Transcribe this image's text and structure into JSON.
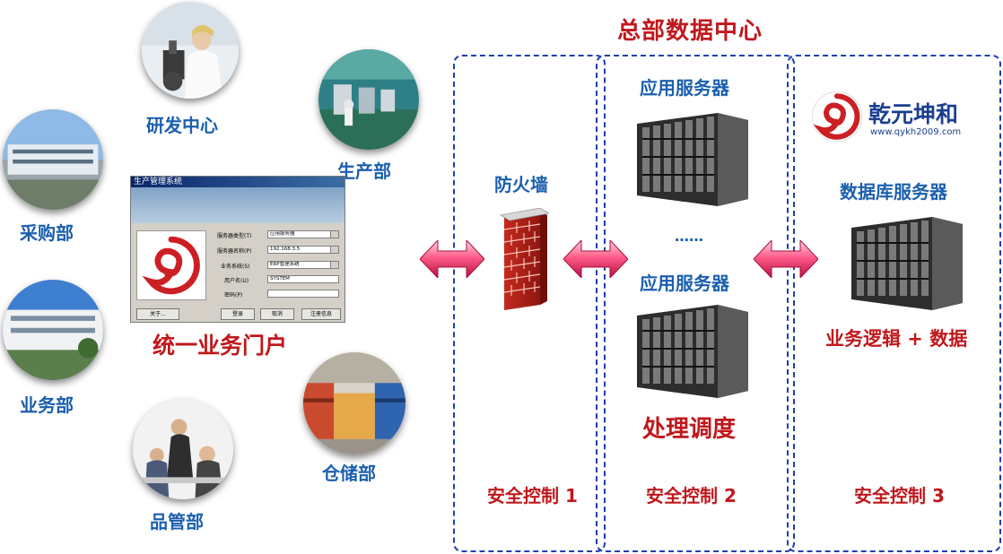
{
  "title": "总部数据中心",
  "departments": {
    "rd": "研发中心",
    "production": "生产部",
    "purchasing": "采购部",
    "business": "业务部",
    "quality": "品管部",
    "warehouse": "仓储部"
  },
  "portal": {
    "caption": "统一业务门户",
    "window_title": "生产管理系统",
    "fields": [
      {
        "label": "服务器类型(T)",
        "value": "应用服务器"
      },
      {
        "label": "服务器名称(P)",
        "value": "192.168.3.5"
      },
      {
        "label": "业务系统(S)",
        "value": "ERP管理系统"
      },
      {
        "label": "用户名(U)",
        "value": "SYSTEM"
      },
      {
        "label": "密码(P)",
        "value": ""
      }
    ],
    "buttons": {
      "about": "关于...",
      "login": "登录",
      "cancel": "取消",
      "register": "注册信息"
    }
  },
  "firewall": {
    "label": "防火墙"
  },
  "app_servers": {
    "label_top": "应用服务器",
    "ellipsis": "……",
    "label_bottom": "应用服务器",
    "caption": "处理调度"
  },
  "db": {
    "brand": "乾元坤和",
    "url": "www.qykh2009.com",
    "label": "数据库服务器",
    "caption": "业务逻辑 + 数据"
  },
  "security": {
    "zone1": "安全控制 1",
    "zone2": "安全控制 2",
    "zone3": "安全控制 3"
  },
  "colors": {
    "heading_red": "#c0181c",
    "label_blue": "#1b5fae",
    "dash_blue": "#1e3fb0",
    "arrow_pink": "#e2245e"
  }
}
